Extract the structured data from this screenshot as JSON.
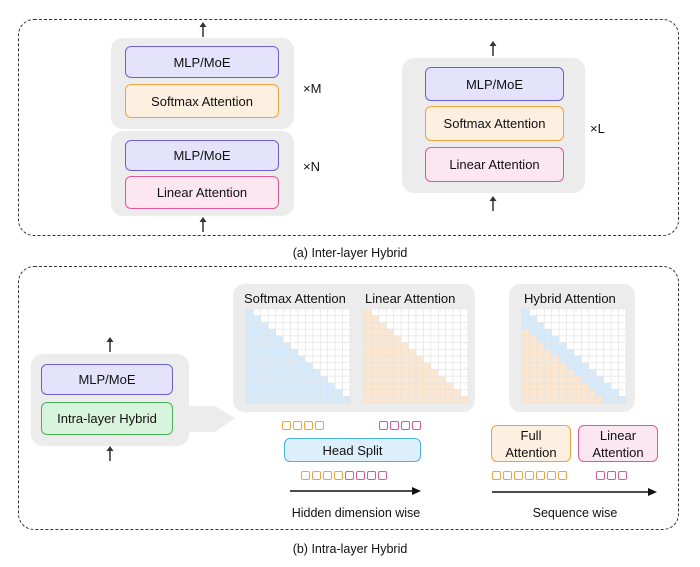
{
  "inter": {
    "caption": "(a) Inter-layer Hybrid",
    "left_stack": {
      "top": {
        "mlp": "MLP/MoE",
        "attn": "Softmax Attention",
        "mult": "×M"
      },
      "bottom": {
        "mlp": "MLP/MoE",
        "attn": "Linear Attention",
        "mult": "×N"
      }
    },
    "right_stack": {
      "mlp": "MLP/MoE",
      "softmax": "Softmax Attention",
      "linear": "Linear Attention",
      "mult": "×L"
    }
  },
  "intra": {
    "caption": "(b) Intra-layer Hybrid",
    "block": {
      "mlp": "MLP/MoE",
      "hybrid": "Intra-layer Hybrid"
    },
    "softmax_title": "Softmax Attention",
    "linear_title": "Linear Attention",
    "hybrid_title": "Hybrid Attention",
    "head_split": "Head Split",
    "hidden_label": "Hidden dimension wise",
    "full_attention": "Full Attention",
    "linear_attention": "Linear Attention",
    "sequence_label": "Sequence wise"
  },
  "colors": {
    "mlp": "#6a5fd8",
    "softmax": "#f0a23b",
    "linear": "#e0569a",
    "intra": "#47b35a",
    "head": "#4ab0e8",
    "softmax_fill": "#d5eafb",
    "linear_fill": "#fde6cf"
  }
}
